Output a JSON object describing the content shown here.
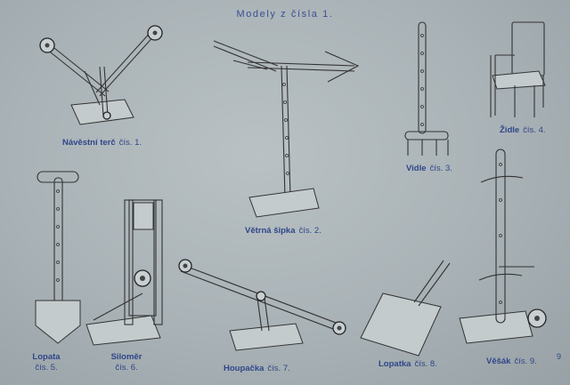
{
  "header": {
    "title": "Modely z čísla 1."
  },
  "models": [
    {
      "name": "Návěstní terč",
      "number": "čís. 1."
    },
    {
      "name": "Větrná šipka",
      "number": "čís. 2."
    },
    {
      "name": "Vidle",
      "number": "čís. 3."
    },
    {
      "name": "Židle",
      "number": "čís. 4."
    },
    {
      "name": "Lopata",
      "number": "čís. 5."
    },
    {
      "name": "Siloměr",
      "number": "čís. 6."
    },
    {
      "name": "Houpačka",
      "number": "čís. 7."
    },
    {
      "name": "Lopatka",
      "number": "čís. 8."
    },
    {
      "name": "Věšák",
      "number": "čís. 9."
    }
  ],
  "footer": {
    "page_number": "9"
  }
}
